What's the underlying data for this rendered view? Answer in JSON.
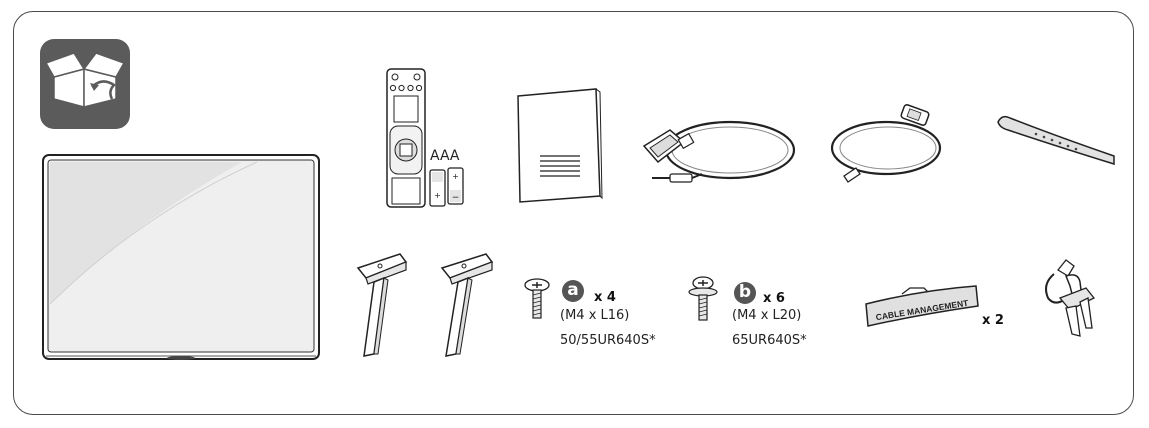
{
  "remote": {
    "battery_label": "AAA"
  },
  "screws": [
    {
      "letter": "a",
      "quantity": "x 4",
      "size": "(M4 x L16)",
      "models": "50/55UR640S*"
    },
    {
      "letter": "b",
      "quantity": "x 6",
      "size": "(M4 x L20)",
      "models": "65UR640S*"
    }
  ],
  "cable_management": {
    "label": "CABLE MANAGEMENT",
    "quantity": "x 2"
  }
}
